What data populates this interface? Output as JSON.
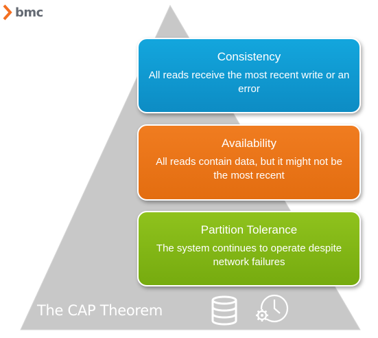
{
  "brand": {
    "name": "bmc",
    "logo_color": "#f36f21",
    "text_color": "#646a73"
  },
  "diagram": {
    "title": "The CAP Theorem",
    "pyramid_color": "#cfcfcf",
    "layers": [
      {
        "title": "Consistency",
        "description": "All reads receive the most recent write or an error",
        "color": "#0f98d0"
      },
      {
        "title": "Availability",
        "description": "All reads contain data, but it might not be the most recent",
        "color": "#ea7317"
      },
      {
        "title": "Partition Tolerance",
        "description": "The system continues to operate despite network failures",
        "color": "#83b816"
      }
    ],
    "icons": [
      "database-icon",
      "gear-clock-icon"
    ]
  }
}
